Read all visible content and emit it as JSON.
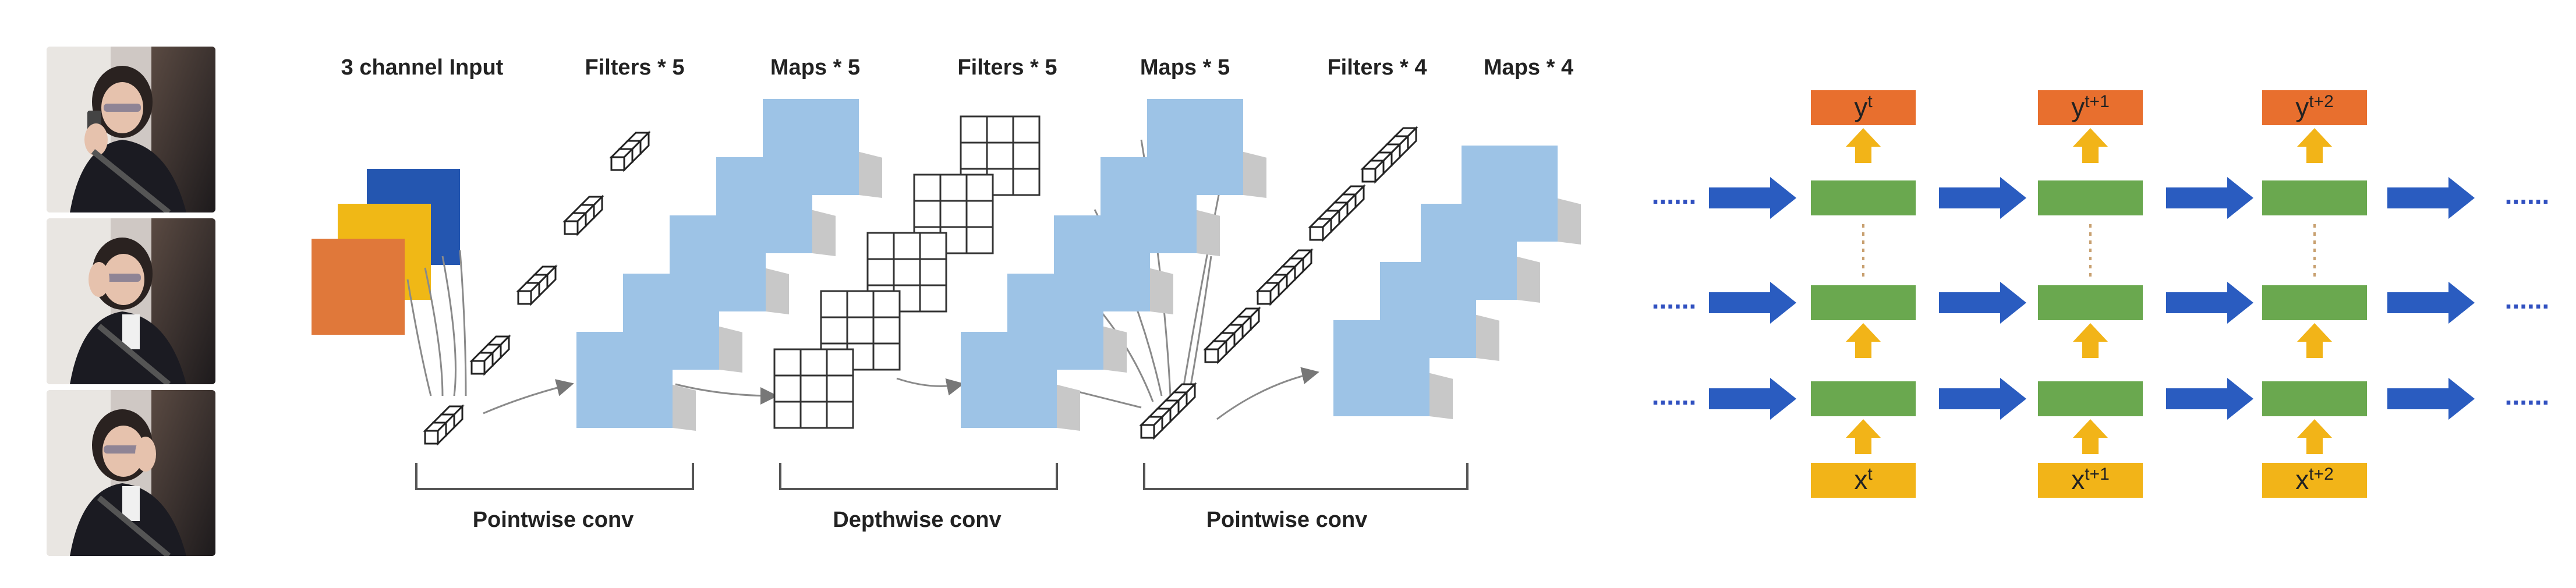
{
  "photos": {
    "count": 3,
    "description_icon": "driver-on-phone-photo"
  },
  "cnn": {
    "headers": [
      "3 channel Input",
      "Filters * 5",
      "Maps * 5",
      "Filters * 5",
      "Maps * 5",
      "Filters * 4",
      "Maps * 4"
    ],
    "groups": [
      "Pointwise conv",
      "Depthwise conv",
      "Pointwise conv"
    ]
  },
  "rnn": {
    "outputs": [
      {
        "base": "y",
        "sup": "t"
      },
      {
        "base": "y",
        "sup": "t+1"
      },
      {
        "base": "y",
        "sup": "t+2"
      }
    ],
    "inputs": [
      {
        "base": "x",
        "sup": "t"
      },
      {
        "base": "x",
        "sup": "t+1"
      },
      {
        "base": "x",
        "sup": "t+2"
      }
    ],
    "ellipsis": "......"
  },
  "colors": {
    "orange": "#e0783a",
    "yellow": "#f0b816",
    "darkblue": "#2456b0",
    "lightblue": "#9dc3e6",
    "green": "#6aa84f",
    "arrowblue": "#2a5cc0",
    "outorange": "#e86f2e",
    "inyellow": "#f2b418"
  }
}
